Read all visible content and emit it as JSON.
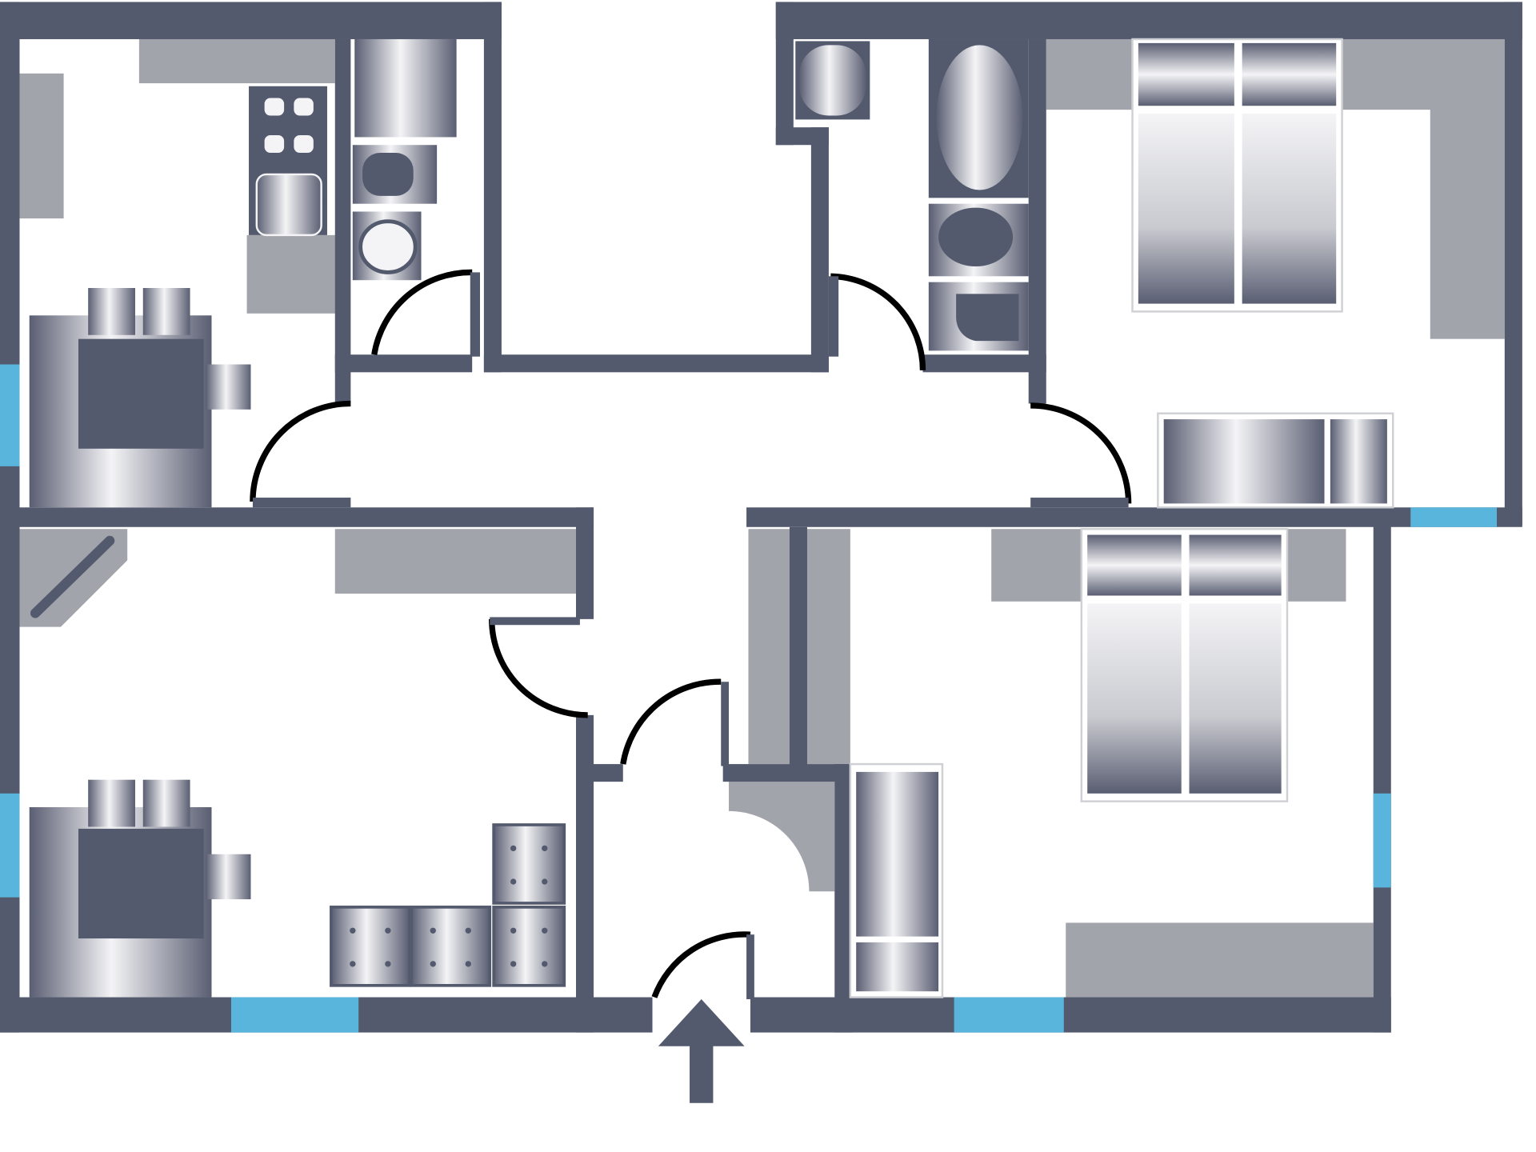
{
  "plan": {
    "colors": {
      "wall": "#545a6e",
      "counter": "#a2a4ab",
      "window": "#5ab5dd",
      "background": "#ffffff",
      "door_line": "#000000",
      "appliance_light": "#f4f4f6",
      "appliance_dark": "#5a5e72"
    },
    "rooms": [
      "kitchen-dining",
      "bathroom-small",
      "storage",
      "bathroom",
      "bedroom",
      "living-room",
      "hallway",
      "bedroom-2",
      "kitchen"
    ],
    "entrance_arrow": "up-arrow-icon"
  }
}
